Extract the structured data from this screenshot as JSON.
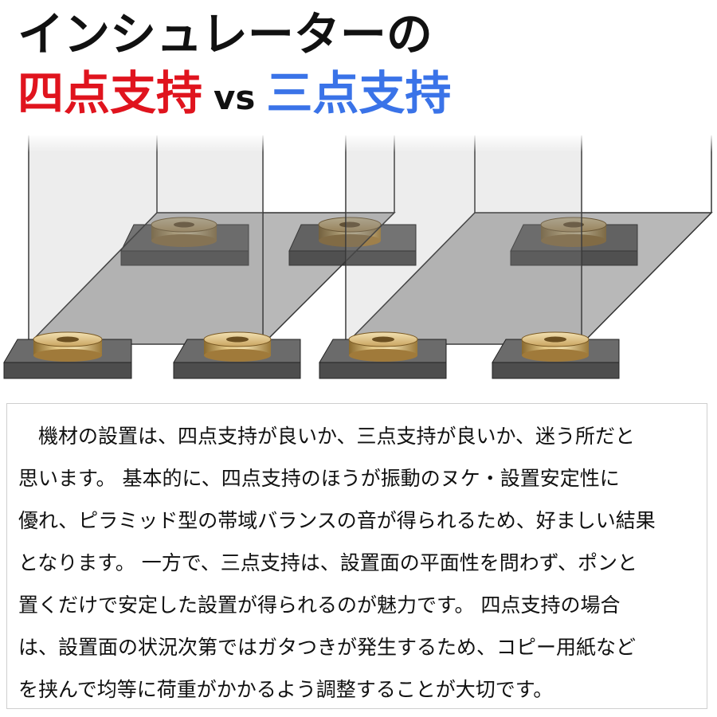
{
  "title": {
    "line1": "インシュレーターの",
    "four_point": "四点支持",
    "vs": "vs",
    "three_point": "三点支持",
    "four_color": "#e0141e",
    "three_color": "#3a73e8"
  },
  "diagram": {
    "box_fill": "#c8c8c8",
    "base_fill": "#5a5a5a",
    "insulator_color": "#c8a86a"
  },
  "description": {
    "lines": [
      "　機材の設置は、四点支持が良いか、三点支持が良いか、迷う所だと",
      "思います。 基本的に、四点支持のほうが振動のヌケ・設置安定性に",
      "優れ、ピラミッド型の帯域バランスの音が得られるため、好ましい結果",
      "となります。 一方で、三点支持は、設置面の平面性を問わず、ポンと",
      "置くだけで安定した設置が得られるのが魅力です。 四点支持の場合",
      "は、設置面の状況次第ではガタつきが発生するため、コピー用紙など",
      "を挟んで均等に荷重がかかるよう調整することが大切です。"
    ]
  }
}
